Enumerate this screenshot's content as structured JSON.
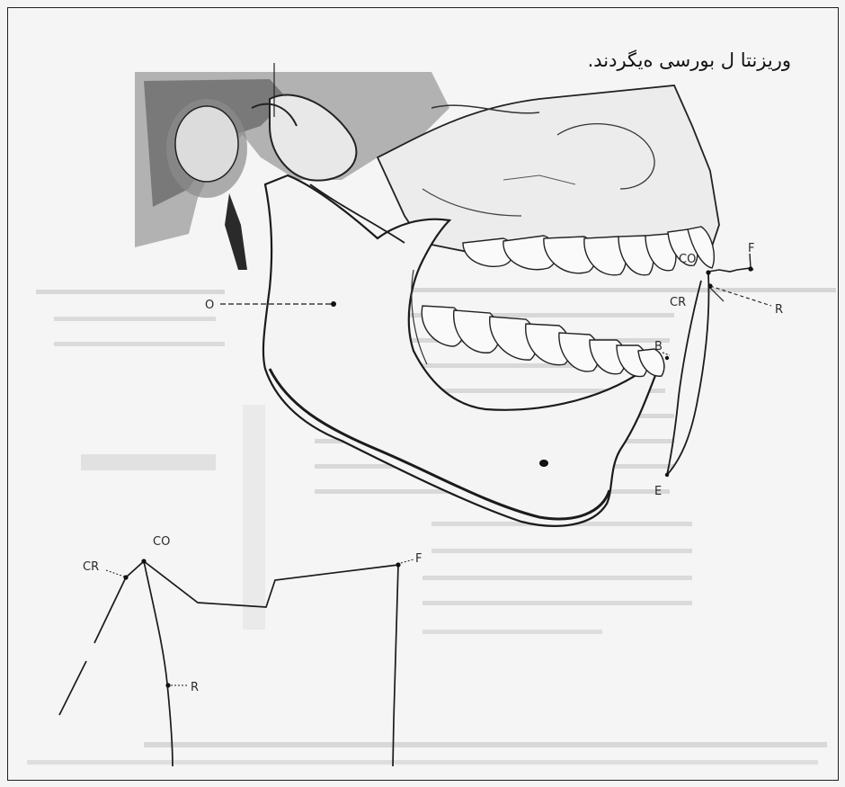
{
  "heading": "وریزنتا ل بورسی ەیگردند.",
  "labels": {
    "O": "O",
    "CO": "CO",
    "CR": "CR",
    "R": "R",
    "F": "F",
    "B": "B",
    "E": "E"
  },
  "figure_parts": {
    "skull": "skull-illustration",
    "mandible": "mandible",
    "path_diagram": "posselt-envelope"
  }
}
